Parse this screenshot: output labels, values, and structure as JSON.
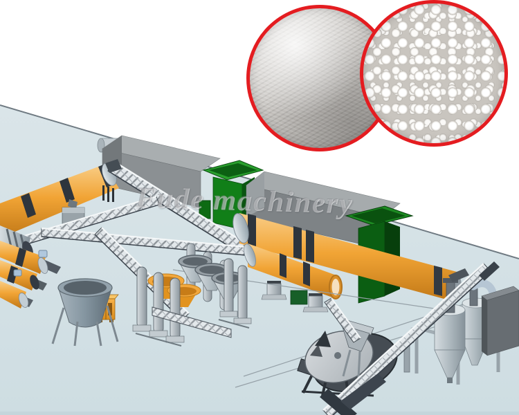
{
  "image": {
    "watermark": "Fude machinery"
  },
  "insets": {
    "powder_photo_name": "powder-material-photo",
    "granules_photo_name": "granule-product-photo",
    "ring_color": "#e41c20"
  },
  "palette": {
    "background": "#ffffff",
    "floor": "#d5e1e5",
    "drum_orange": "#f1a435",
    "hopper_green": "#0e7a15",
    "machine_gray": "#8b9093",
    "steel_light": "#e3e8eb",
    "accent_red": "#e41c20"
  }
}
